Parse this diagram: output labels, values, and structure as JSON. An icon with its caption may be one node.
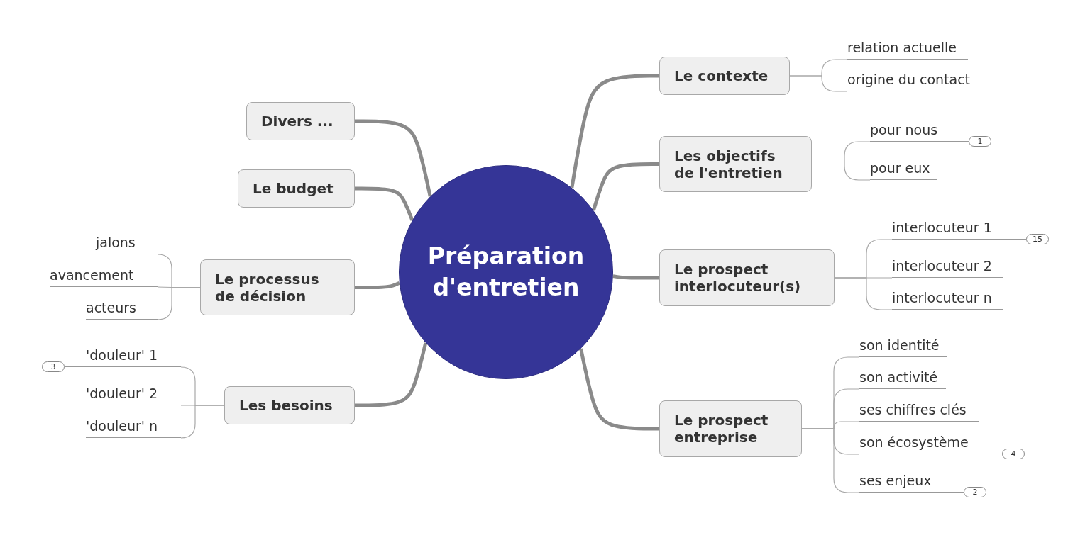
{
  "diagram": {
    "nodes": [
      {
        "text": [
          "Préparation d'entretien"
        ]
      },
      {
        "text": [
          "Le contexte"
        ]
      },
      {
        "text": [
          "Les objectifs de l'entretien"
        ]
      },
      {
        "text": [
          "Le prospect interlocuteur(s)"
        ]
      },
      {
        "text": [
          "Le prospect entreprise"
        ]
      },
      {
        "text": [
          "Divers ..."
        ]
      },
      {
        "text": [
          "Le budget"
        ]
      },
      {
        "text": [
          "Le processus de décision"
        ]
      },
      {
        "text": [
          "Les besoins"
        ]
      },
      {
        "text": [
          "relation actuelle"
        ]
      },
      {
        "text": [
          "origine du contact"
        ]
      },
      {
        "text": [
          "pour nous"
        ],
        "beside": [
          "1"
        ]
      },
      {
        "text": [
          "pour eux"
        ]
      },
      {
        "text": [
          "interlocuteur 1"
        ],
        "beside": [
          "15"
        ]
      },
      {
        "text": [
          "interlocuteur 2"
        ]
      },
      {
        "text": [
          "interlocuteur n"
        ]
      },
      {
        "text": [
          "son identité"
        ]
      },
      {
        "text": [
          "son activité"
        ]
      },
      {
        "text": [
          "ses chiffres clés"
        ]
      },
      {
        "text": [
          "son écosystème"
        ],
        "beside": [
          "4"
        ]
      },
      {
        "text": [
          "ses enjeux"
        ],
        "beside": [
          "2"
        ]
      },
      {
        "text": [
          "jalons"
        ]
      },
      {
        "text": [
          "avancement"
        ]
      },
      {
        "text": [
          "acteurs"
        ]
      },
      {
        "text": [
          "'douleur' 1"
        ],
        "beside": [
          "3"
        ]
      },
      {
        "text": [
          "'douleur' 2"
        ]
      },
      {
        "text": [
          "'douleur' n"
        ]
      }
    ],
    "edges": [
      {
        "from": 0,
        "to": 1,
        "arrow": "none",
        "style": "thick"
      },
      {
        "from": 0,
        "to": 2,
        "arrow": "none",
        "style": "thick"
      },
      {
        "from": 0,
        "to": 3,
        "arrow": "none",
        "style": "thick"
      },
      {
        "from": 0,
        "to": 4,
        "arrow": "none",
        "style": "thick"
      },
      {
        "from": 0,
        "to": 5,
        "arrow": "none",
        "style": "thick"
      },
      {
        "from": 0,
        "to": 6,
        "arrow": "none",
        "style": "thick"
      },
      {
        "from": 0,
        "to": 7,
        "arrow": "none",
        "style": "thick"
      },
      {
        "from": 0,
        "to": 8,
        "arrow": "none",
        "style": "thick"
      },
      {
        "from": 1,
        "to": 9,
        "arrow": "none"
      },
      {
        "from": 1,
        "to": 10,
        "arrow": "none"
      },
      {
        "from": 2,
        "to": 11,
        "arrow": "none"
      },
      {
        "from": 2,
        "to": 12,
        "arrow": "none"
      },
      {
        "from": 3,
        "to": 13,
        "arrow": "none"
      },
      {
        "from": 3,
        "to": 14,
        "arrow": "none"
      },
      {
        "from": 3,
        "to": 15,
        "arrow": "none"
      },
      {
        "from": 4,
        "to": 16,
        "arrow": "none"
      },
      {
        "from": 4,
        "to": 17,
        "arrow": "none"
      },
      {
        "from": 4,
        "to": 18,
        "arrow": "none"
      },
      {
        "from": 4,
        "to": 19,
        "arrow": "none"
      },
      {
        "from": 4,
        "to": 20,
        "arrow": "none"
      },
      {
        "from": 7,
        "to": 21,
        "arrow": "none"
      },
      {
        "from": 7,
        "to": 22,
        "arrow": "none"
      },
      {
        "from": 7,
        "to": 23,
        "arrow": "none"
      },
      {
        "from": 8,
        "to": 24,
        "arrow": "none"
      },
      {
        "from": 8,
        "to": 25,
        "arrow": "none"
      },
      {
        "from": 8,
        "to": 26,
        "arrow": "none"
      }
    ]
  }
}
